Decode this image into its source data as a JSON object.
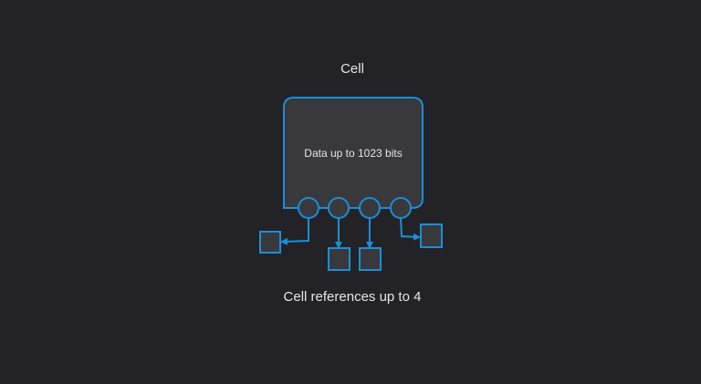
{
  "title": "Cell",
  "data_label": "Data up to 1023 bits",
  "refs_label": "Cell references up to 4",
  "colors": {
    "stroke": "#1a8fd6",
    "fill": "#38383d",
    "background": "#232327"
  }
}
